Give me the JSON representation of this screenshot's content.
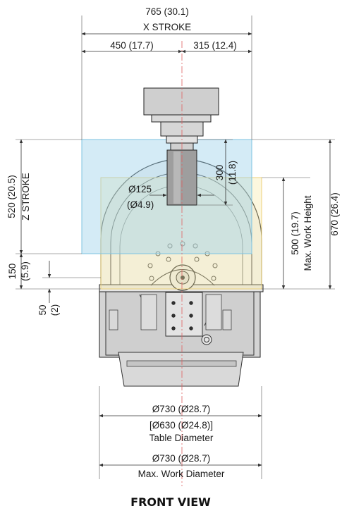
{
  "title": "FRONT VIEW",
  "dimensions": {
    "x_total": "765 (30.1)",
    "x_stroke": "X STROKE",
    "x_left": "450 (17.7)",
    "x_right": "315 (12.4)",
    "z_total": "520 (20.5)",
    "z_stroke": "Z STROKE",
    "spindle_travel_a": "300",
    "spindle_travel_b": "(11.8)",
    "spindle_dia_a": "Ø125",
    "spindle_dia_b": "(Ø4.9)",
    "work_height_a": "500 (19.7)",
    "work_height_b": "Max. Work Height",
    "right_total": "670 (26.4)",
    "left_150_a": "150",
    "left_150_b": "(5.9)",
    "left_50_a": "50",
    "left_50_b": "(2)",
    "table_dia_1": "Ø730 (Ø28.7)",
    "table_dia_2": "[Ø630 (Ø24.8)]",
    "table_dia_3": "Table Diameter",
    "work_dia_1": "Ø730 (Ø28.7)",
    "work_dia_2": "Max. Work Diameter"
  },
  "colors": {
    "z_envelope": "#bfe3f2",
    "work_envelope": "#fbf2cc",
    "envelope_outline_blue": "#7cc3e0",
    "envelope_outline_yellow": "#f0d98a",
    "centerline": "#e06060"
  }
}
